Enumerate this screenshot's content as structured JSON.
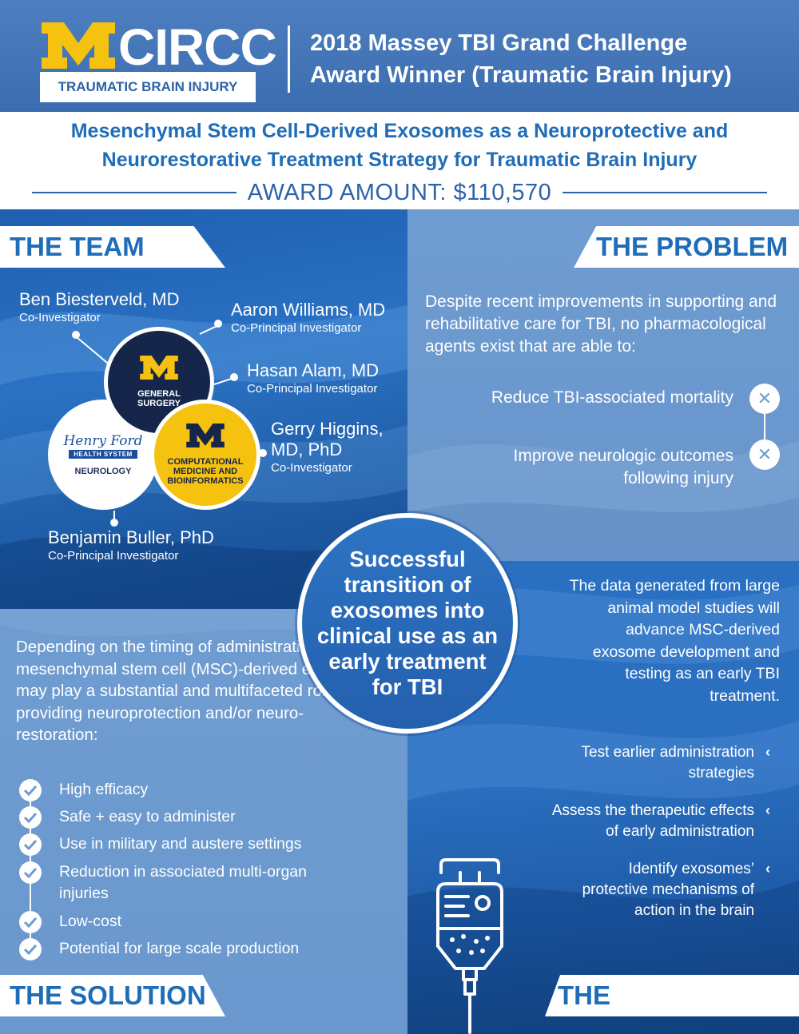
{
  "header": {
    "logo_text": "CIRCC",
    "logo_subtitle": "TRAUMATIC BRAIN INJURY",
    "award_line1": "2018 Massey TBI Grand Challenge",
    "award_line2": "Award Winner (Traumatic Brain Injury)"
  },
  "project": {
    "title_line1": "Mesenchymal Stem Cell-Derived Exosomes as a Neuroprotective and",
    "title_line2": "Neurorestorative Treatment Strategy for Traumatic Brain Injury",
    "award_amount": "AWARD AMOUNT: $110,570"
  },
  "sections": {
    "team": "THE TEAM",
    "problem": "THE PROBLEM",
    "solution": "THE SOLUTION",
    "technology": "THE TECHNOLOGY"
  },
  "team": {
    "members": [
      {
        "name": "Ben Biesterveld, MD",
        "role": "Co-Investigator"
      },
      {
        "name": "Aaron Williams, MD",
        "role": "Co-Principal Investigator"
      },
      {
        "name": "Hasan Alam, MD",
        "role": "Co-Principal Investigator"
      },
      {
        "name": "Gerry Higgins,",
        "name2": "MD, PhD",
        "role": "Co-Investigator"
      },
      {
        "name": "Benjamin Buller, PhD",
        "role": "Co-Principal Investigator"
      }
    ],
    "circles": {
      "surgery_l1": "GENERAL",
      "surgery_l2": "SURGERY",
      "hf_script": "Henry Ford",
      "hf_band": "HEALTH SYSTEM",
      "neurology": "NEUROLOGY",
      "comp_l1": "COMPUTATIONAL",
      "comp_l2": "MEDICINE AND",
      "comp_l3": "BIOINFORMATICS"
    }
  },
  "problem": {
    "intro": "Despite recent improvements in supporting and rehabilitative care for TBI, no pharmacological agents exist that are able to:",
    "items": [
      {
        "l1": "Reduce TBI-associated mortality"
      },
      {
        "l1": "Improve neurologic outcomes",
        "l2": "following injury"
      }
    ]
  },
  "center": {
    "l1": "Successful",
    "l2": "transition of",
    "l3": "exosomes into",
    "l4": "clinical use as an",
    "l5": "early treatment",
    "l6": "for TBI"
  },
  "solution": {
    "intro": "Depending on the timing of administration, mesenchymal stem cell (MSC)-derived exosomes may play a substantial and multifaceted role in providing neuroprotection and/or neuro-restoration:",
    "items": [
      "High efficacy",
      "Safe + easy to administer",
      "Use in military and austere settings",
      "Reduction in associated multi-organ injuries",
      "Low-cost",
      "Potential for large scale production"
    ]
  },
  "technology": {
    "intro": "The data generated from large animal model studies will advance MSC-derived exosome development and testing as an early TBI treatment.",
    "items": [
      {
        "l1": "Test earlier administration",
        "l2": "strategies"
      },
      {
        "l1": "Assess the therapeutic effects",
        "l2": "of early administration"
      },
      {
        "l1": "Identify exosomes’",
        "l2": "protective mechanisms of",
        "l3": "action in the brain"
      }
    ]
  },
  "colors": {
    "accent_blue": "#1f6db8",
    "umich_maize": "#f5c20f",
    "umich_navy": "#16264a"
  },
  "icons": {
    "logo": "block-m-logo",
    "problem_bullet": "x-circle-icon",
    "solution_bullet": "check-circle-icon",
    "technology_bullet": "chevron-left-icon",
    "illustration": "iv-bag-icon"
  }
}
